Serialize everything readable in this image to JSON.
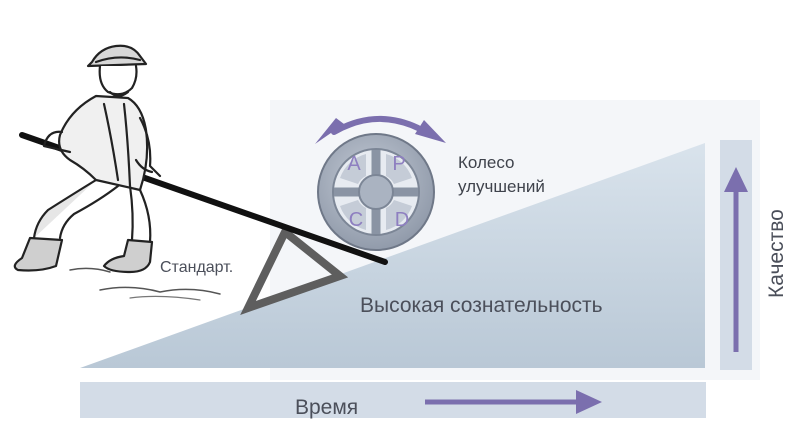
{
  "diagram": {
    "wheel": {
      "label_line1": "Колесо",
      "label_line2": "улучшений",
      "segments": [
        "A",
        "P",
        "C",
        "D"
      ]
    },
    "wedge_label": "Стандарт.",
    "slope_label": "Высокая сознательность",
    "axis_x_label": "Время",
    "axis_y_label": "Качество"
  },
  "colors": {
    "slope_fill": "#c9d6e2",
    "axis_fill": "#d5dee8",
    "arrow": "#7b6fae",
    "wheel": "#9aa4b4",
    "wheel_dark": "#6f7888",
    "wedge": "#5e5e5e",
    "lever": "#111111",
    "text": "#4b4f5a"
  },
  "icons": [
    "person-pushing-lever-icon",
    "pdca-wheel-icon",
    "rotation-arrow-icon"
  ]
}
